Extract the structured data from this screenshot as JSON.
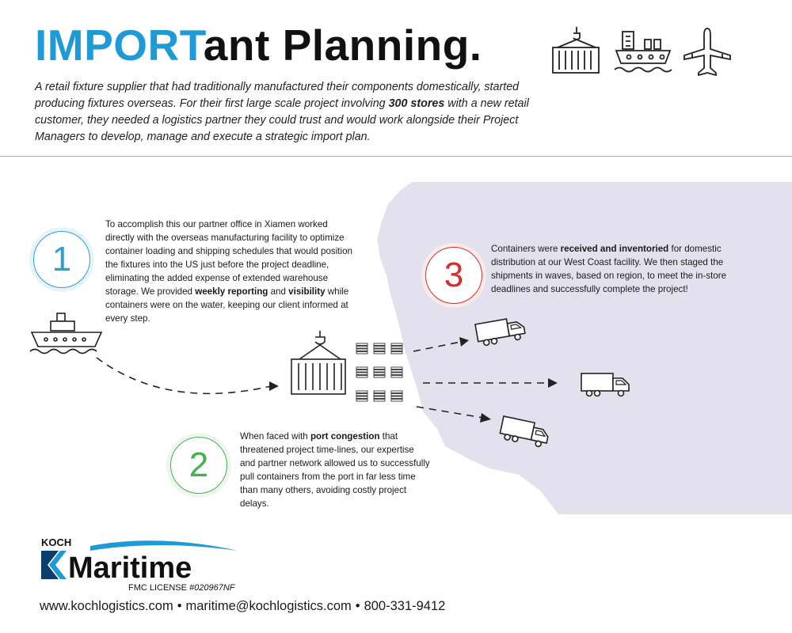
{
  "header": {
    "title_highlight": "IMPORT",
    "title_rest": "ant Planning.",
    "icons": [
      "shipping-container-crane-icon",
      "cargo-ship-icon",
      "airplane-icon"
    ]
  },
  "intro": {
    "before": "A retail fixture supplier that had traditionally manufactured their components domestically, started producing fixtures overseas. For their first large scale project involving ",
    "bold": "300 stores",
    "after": " with a new retail customer, they needed a logistics partner they could trust and would work alongside their Project Managers to develop, manage and execute a strategic import plan."
  },
  "steps": [
    {
      "number": "1",
      "color": "#2a9fd6",
      "p1": "To accomplish this our partner office in Xiamen worked directly with the overseas manufacturing facility to optimize container loading and shipping schedules that would position the fixtures into the US just before the project deadline, eliminating the added expense of extended warehouse storage. We provided ",
      "b1": "weekly reporting",
      "p2": " and ",
      "b2": "visibility",
      "p3": " while containers were on the water, keeping our client informed at every step."
    },
    {
      "number": "2",
      "color": "#3fb34f",
      "p1": "When faced with ",
      "b1": "port congestion",
      "p2": " that threatened project time-lines, our expertise and partner network allowed us to successfully pull containers from the port in far less time than many others, avoiding costly project delays."
    },
    {
      "number": "3",
      "color": "#d92d2d",
      "p1": "Containers were ",
      "b1": "received and inventoried",
      "p2": " for domestic distribution at our West Coast facility. We then staged the shipments in waves, based on region, to meet the in-store deadlines and successfully complete the project!"
    }
  ],
  "logo": {
    "small": "KOCH",
    "brand": "Maritime",
    "license_label": "FMC LICENSE ",
    "license_number": "#020967NF"
  },
  "footer": {
    "website": "www.kochlogistics.com",
    "email": "maritime@kochlogistics.com",
    "phone": "800-331-9412",
    "separator": "•"
  },
  "colors": {
    "accent_blue": "#1e9ad6",
    "map_fill": "#e4e1ee",
    "step1": "#2a9fd6",
    "step2": "#3fb34f",
    "step3": "#d92d2d"
  }
}
